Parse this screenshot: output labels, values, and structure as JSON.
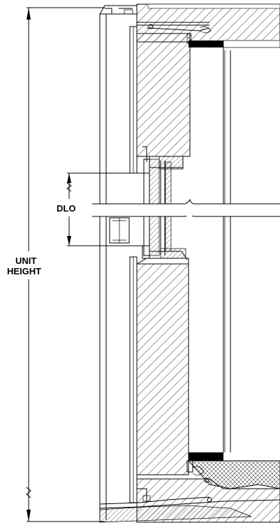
{
  "labels": {
    "unit_height_line1": "UNIT",
    "unit_height_line2": "HEIGHT",
    "dlo": "DLO"
  },
  "colors": {
    "ink": "#000000",
    "paper": "#ffffff"
  }
}
